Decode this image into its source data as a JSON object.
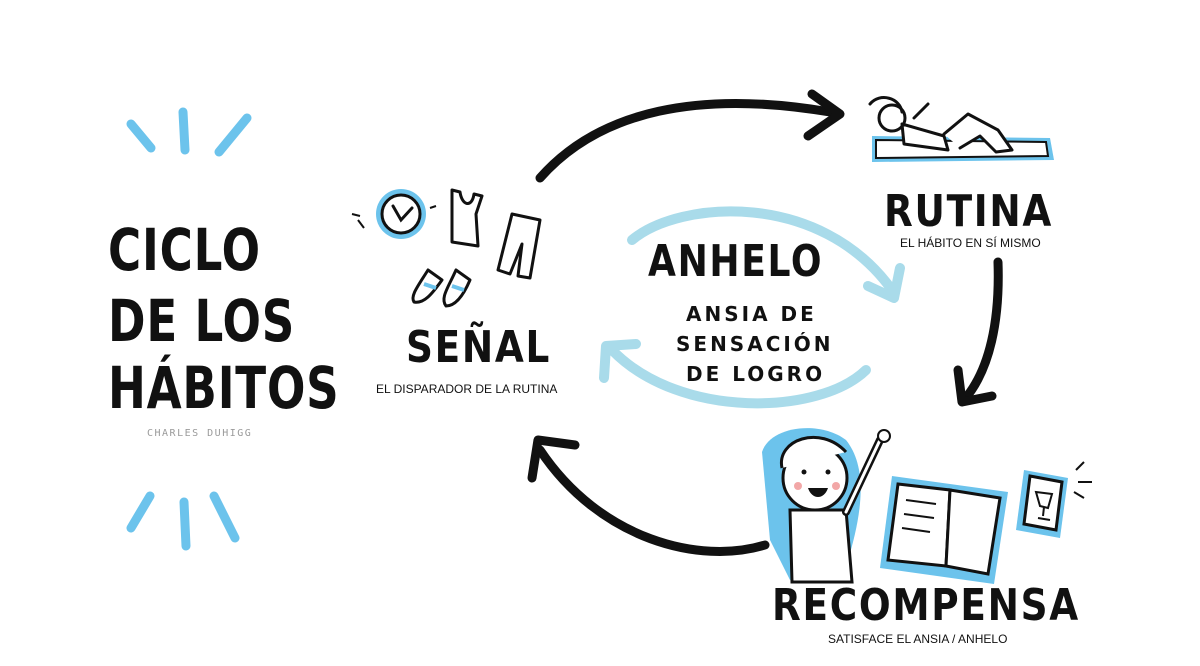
{
  "title": {
    "line1": "CICLO",
    "line2": "DE LOS",
    "line3": "HÁBITOS"
  },
  "author": "CHARLES DUHIGG",
  "center": {
    "label": "ANHELO",
    "desc_line1": "ANSIA DE",
    "desc_line2": "SENSACIÓN",
    "desc_line3": "DE LOGRO"
  },
  "stages": {
    "senal": {
      "label": "SEÑAL",
      "caption": "EL DISPARADOR DE LA RUTINA"
    },
    "rutina": {
      "label": "RUTINA",
      "caption": "EL HÁBITO EN SÍ MISMO"
    },
    "recompensa": {
      "label": "RECOMPENSA",
      "caption": "SATISFACE EL ANSIA / ANHELO"
    }
  },
  "colors": {
    "accent_blue": "#6cc3ec",
    "light_blue": "#a9dbea",
    "ink": "#111111"
  },
  "icons": [
    "clock-icon",
    "tank-top-icon",
    "pants-icon",
    "sneakers-icon",
    "person-exercising-icon",
    "exercise-mat-icon",
    "happy-person-icon",
    "open-book-icon",
    "phone-trophy-icon"
  ]
}
